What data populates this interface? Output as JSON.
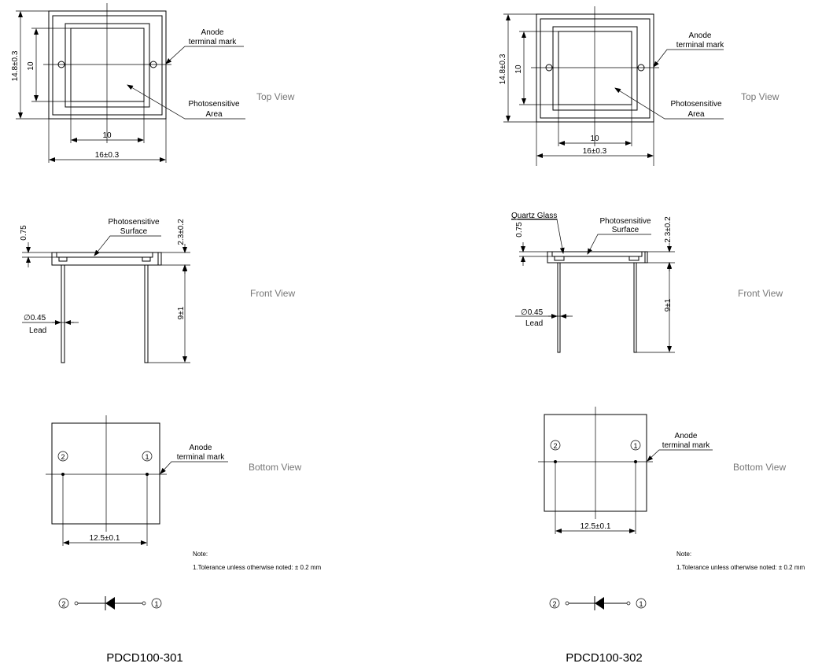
{
  "panels": [
    {
      "title": "PDCD100-301",
      "top_view": {
        "label": "Top View",
        "dim_height": "14.8±0.3",
        "dim_window_h": "10",
        "dim_window_w": "10",
        "dim_width": "16±0.3",
        "anode": [
          "Anode",
          "terminal mark"
        ],
        "photo": [
          "Photosensitive",
          "Area"
        ]
      },
      "front_view": {
        "label": "Front View",
        "surface": [
          "Photosensitive",
          "Surface"
        ],
        "dim_window": "0.75",
        "dim_thickness": "2.3±0.2",
        "dim_lead_len": "9±1",
        "lead_dia": "∅0.45",
        "lead": "Lead"
      },
      "bottom_view": {
        "label": "Bottom View",
        "pin1": "1",
        "pin2": "2",
        "dim_pitch": "12.5±0.1",
        "anode": [
          "Anode",
          "terminal mark"
        ]
      },
      "note": {
        "title": "Note:",
        "line": "1.Tolerance unless otherwise noted: ± 0.2 mm"
      },
      "schematic": {
        "pin_left": "2",
        "pin_right": "1"
      }
    },
    {
      "title": "PDCD100-302",
      "top_view": {
        "label": "Top View",
        "dim_height": "14.8±0.3",
        "dim_window_h": "10",
        "dim_window_w": "10",
        "dim_width": "16±0.3",
        "anode": [
          "Anode",
          "terminal mark"
        ],
        "photo": [
          "Photosensitive",
          "Area"
        ]
      },
      "front_view": {
        "label": "Front View",
        "quartz": "Quartz Glass",
        "surface": [
          "Photosensitive",
          "Surface"
        ],
        "dim_window": "0.75",
        "dim_thickness": "2.3±0.2",
        "dim_lead_len": "9±1",
        "lead_dia": "∅0.45",
        "lead": "Lead"
      },
      "bottom_view": {
        "label": "Bottom View",
        "pin1": "1",
        "pin2": "2",
        "dim_pitch": "12.5±0.1",
        "anode": [
          "Anode",
          "terminal mark"
        ]
      },
      "note": {
        "title": "Note:",
        "line": "1.Tolerance unless otherwise noted: ± 0.2 mm"
      },
      "schematic": {
        "pin_left": "2",
        "pin_right": "1"
      }
    }
  ]
}
